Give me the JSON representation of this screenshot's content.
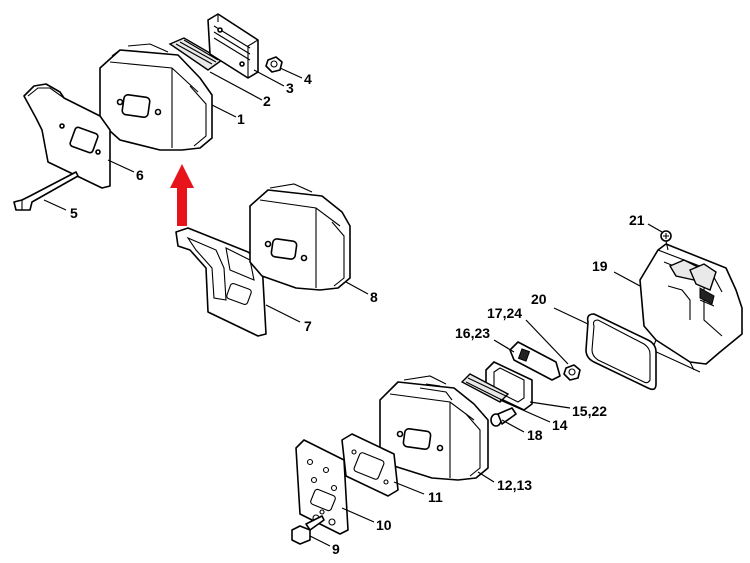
{
  "callouts": {
    "c1": "1",
    "c2": "2",
    "c3": "3",
    "c4": "4",
    "c5": "5",
    "c6": "6",
    "c7": "7",
    "c8": "8",
    "c9": "9",
    "c10": "10",
    "c11": "11",
    "c12_13": "12,13",
    "c14": "14",
    "c15_22": "15,22",
    "c16_23": "16,23",
    "c17_24": "17,24",
    "c18": "18",
    "c19": "19",
    "c20": "20",
    "c21": "21"
  },
  "colors": {
    "arrow": "#e8141b",
    "line": "#000000",
    "background": "#ffffff"
  }
}
